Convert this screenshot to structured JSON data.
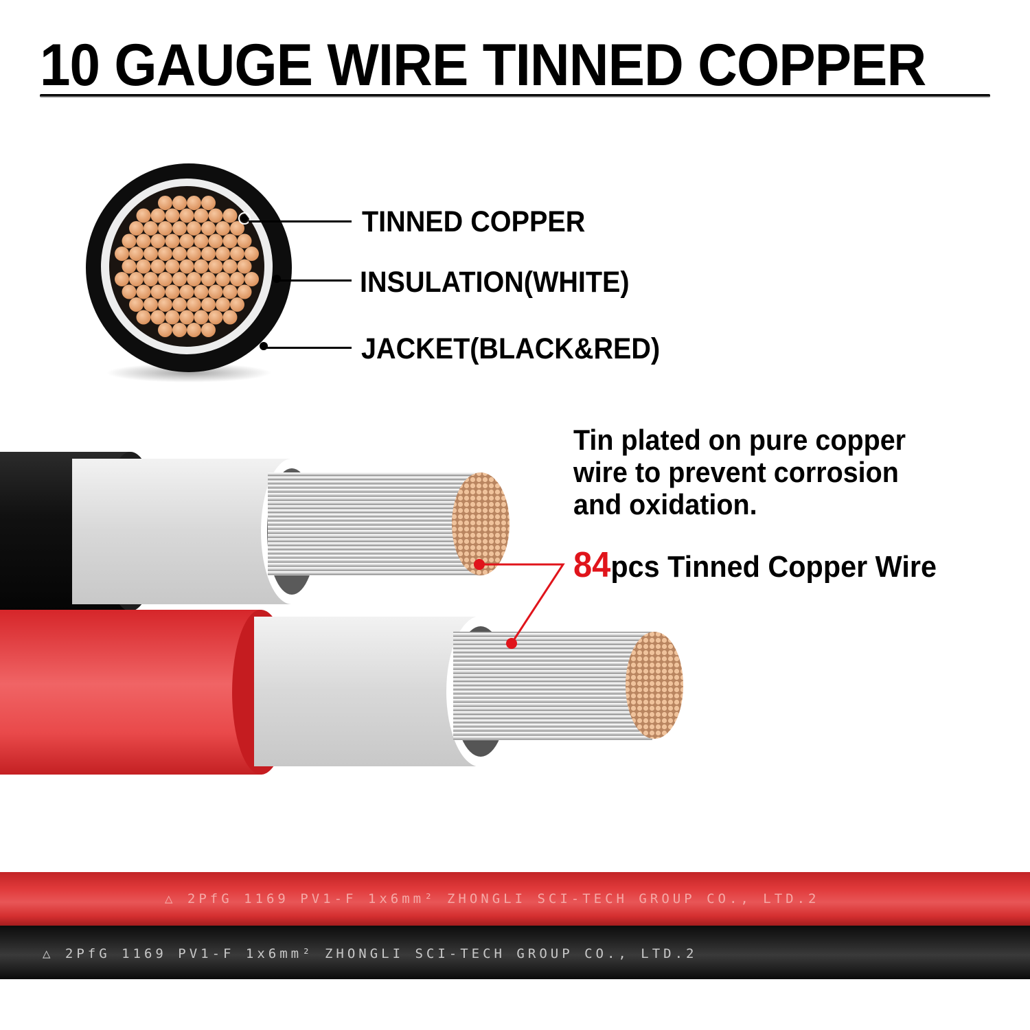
{
  "header": {
    "title": "10 GAUGE WIRE TINNED COPPER"
  },
  "cross_section": {
    "labels": [
      {
        "name": "tinned-copper",
        "text": "TINNED COPPER"
      },
      {
        "name": "insulation",
        "text": "INSULATION(WHITE)"
      },
      {
        "name": "jacket",
        "text": "JACKET(BLACK&RED)"
      }
    ]
  },
  "description": {
    "lines": [
      "Tin plated on pure copper",
      "wire to prevent corrosion",
      "and oxidation."
    ]
  },
  "strand_callout": {
    "count": "84",
    "text": "pcs Tinned Copper Wire"
  },
  "cable_markings": {
    "red": "△ 2PfG 1169 PV1-F 1x6mm² ZHONGLI SCI-TECH GROUP CO., LTD.2",
    "black": "△ 2PfG 1169 PV1-F 1x6mm² ZHONGLI SCI-TECH GROUP CO., LTD.2"
  },
  "colors": {
    "accent_red": "#e0141b",
    "jacket_red": "#e0393a",
    "jacket_black": "#1a1a1a",
    "copper": "#e8a877",
    "insulation": "#e9e9e9"
  }
}
